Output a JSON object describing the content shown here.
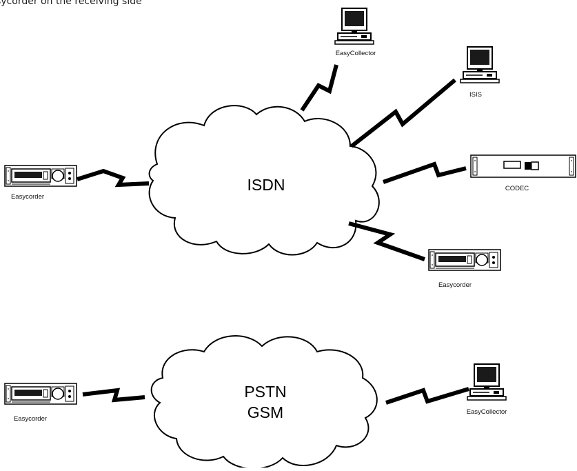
{
  "caption": "sycorder on the receiving side",
  "clouds": {
    "isdn": "ISDN",
    "pstn_line1": "PSTN",
    "pstn_line2": "GSM"
  },
  "devices": {
    "easycollector_top": "EasyCollector",
    "isis": "ISIS",
    "codec": "CODEC",
    "easycorder_left_top": "Easycorder",
    "easycorder_right": "Easycorder",
    "easycorder_left_bottom": "Easycorder",
    "easycollector_bottom": "EasyCollector"
  },
  "icons": [
    "computer-icon",
    "rack-codec-icon",
    "easycorder-device-icon",
    "lightning-link-icon",
    "cloud-network"
  ],
  "colors": {
    "ink": "#000000",
    "screen": "#1a1a1a",
    "background": "#ffffff"
  }
}
